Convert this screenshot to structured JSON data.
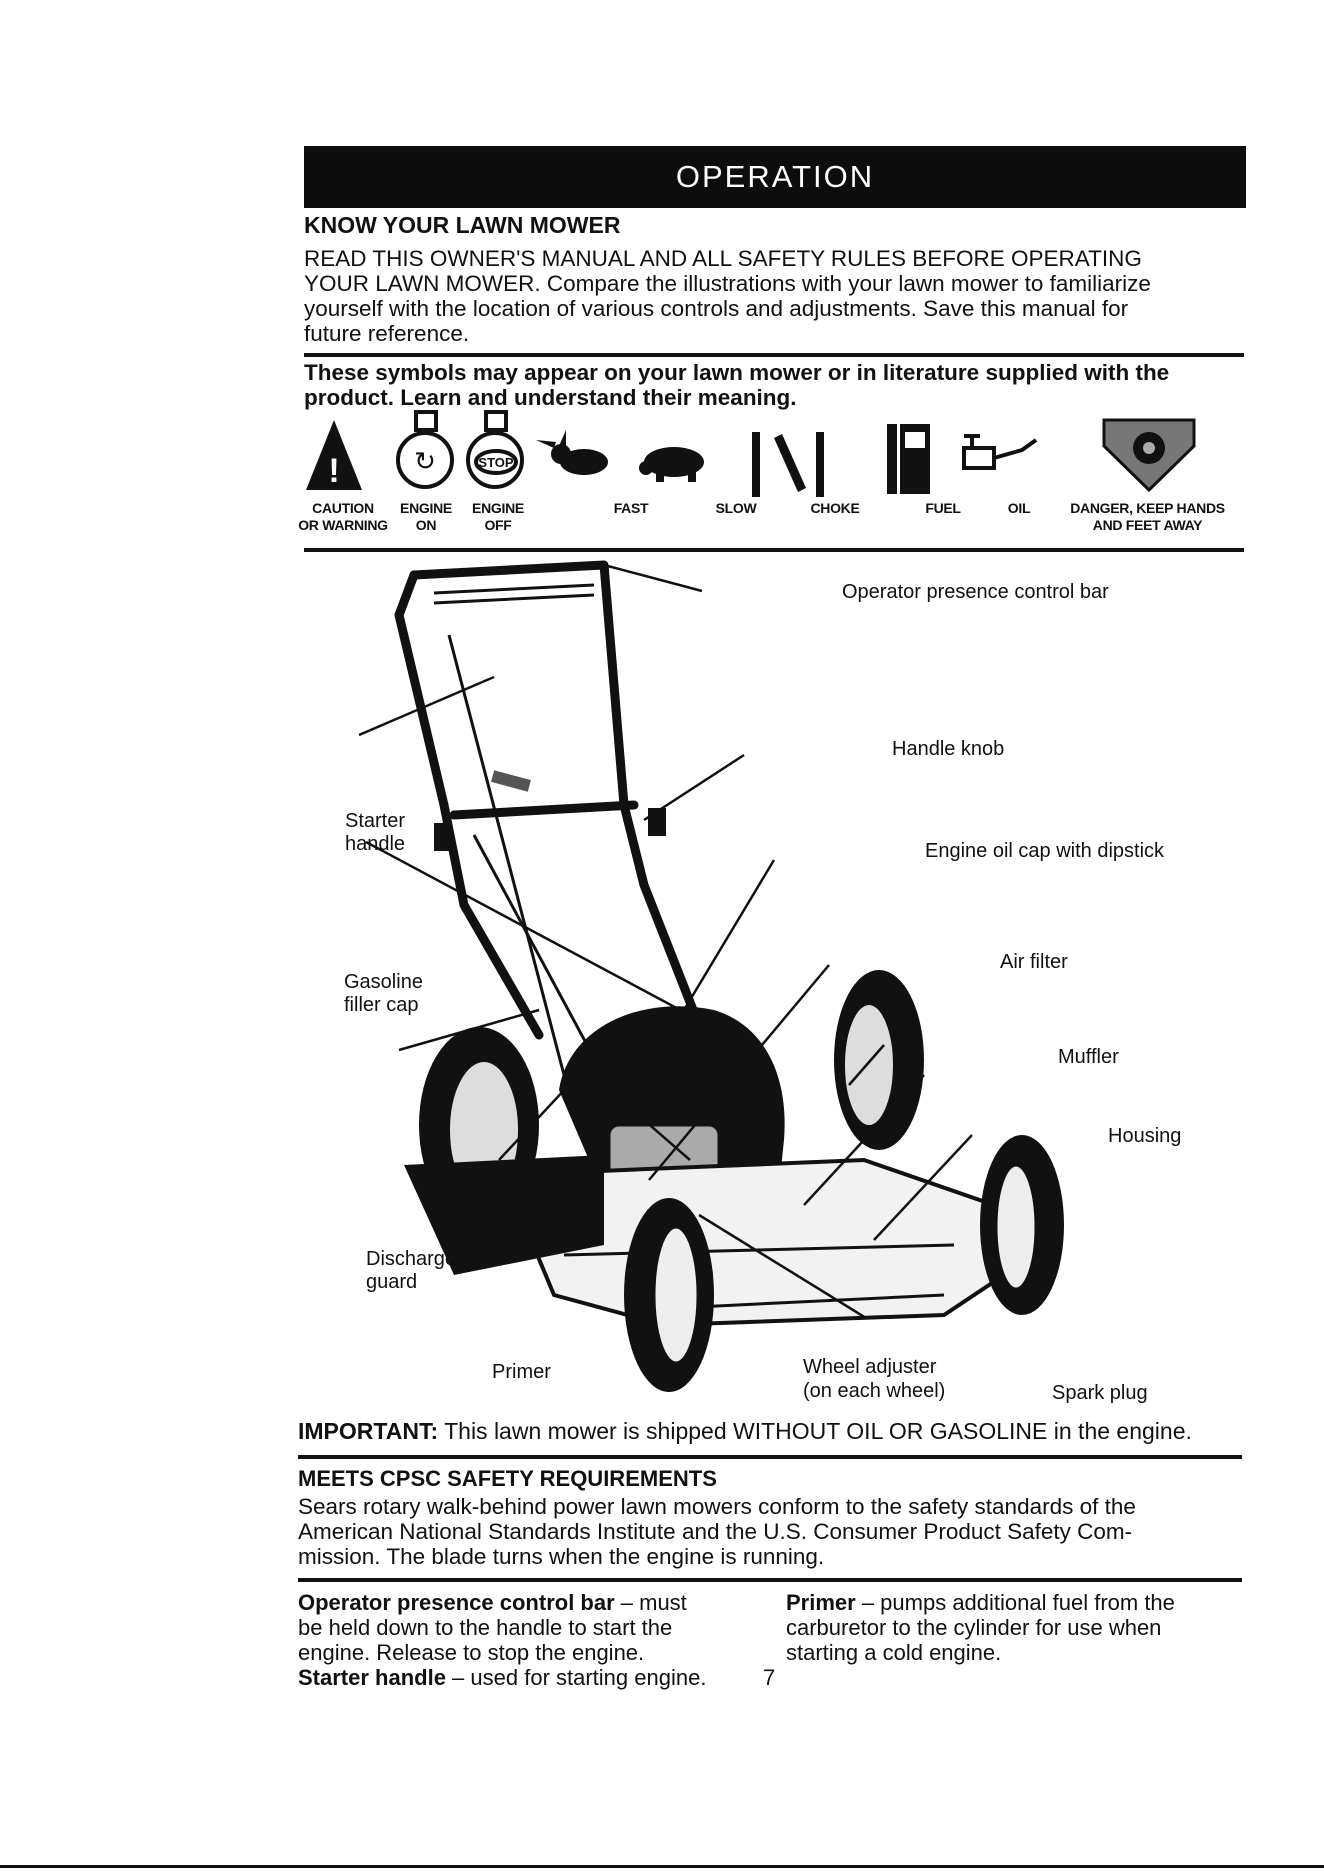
{
  "section_title": "OPERATION",
  "know": {
    "heading": "KNOW YOUR LAWN MOWER",
    "line1": "READ THIS OWNER'S MANUAL AND ALL SAFETY RULES BEFORE OPERATING",
    "line2": "YOUR LAWN MOWER.  Compare the illustrations with your lawn mower to familiarize",
    "line3": "yourself with the location of various controls and adjustments.  Save this manual for",
    "line4": "future reference."
  },
  "symbols": {
    "intro1": "These symbols may appear on your lawn mower or in literature supplied with the",
    "intro2": "product.  Learn and understand their meaning.",
    "items": [
      {
        "icon": "warning-triangle-icon",
        "label1": "CAUTION",
        "label2": "OR WARNING"
      },
      {
        "icon": "engine-on-icon",
        "label1": "ENGINE",
        "label2": "ON"
      },
      {
        "icon": "engine-off-icon",
        "label1": "ENGINE",
        "label2": "OFF"
      },
      {
        "icon": "rabbit-icon",
        "label1": "FAST",
        "label2": ""
      },
      {
        "icon": "turtle-icon",
        "label1": "SLOW",
        "label2": ""
      },
      {
        "icon": "choke-icon",
        "label1": "CHOKE",
        "label2": ""
      },
      {
        "icon": "fuel-pump-icon",
        "label1": "FUEL",
        "label2": ""
      },
      {
        "icon": "oil-can-icon",
        "label1": "OIL",
        "label2": ""
      },
      {
        "icon": "danger-blade-icon",
        "label1": "DANGER, KEEP HANDS",
        "label2": "AND FEET AWAY"
      }
    ]
  },
  "callouts": {
    "operator_bar": "Operator presence control bar",
    "handle_knob": "Handle knob",
    "starter1": "Starter",
    "starter2": "handle",
    "oil_cap": "Engine oil cap with dipstick",
    "gasoline1": "Gasoline",
    "gasoline2": "filler cap",
    "air_filter": "Air filter",
    "muffler": "Muffler",
    "housing": "Housing",
    "discharge1": "Discharge",
    "discharge2": "guard",
    "primer": "Primer",
    "wheel1": "Wheel adjuster",
    "wheel2": "(on each wheel)",
    "spark": "Spark plug"
  },
  "important": {
    "label": "IMPORTANT:",
    "text": "This lawn mower is shipped WITHOUT OIL OR GASOLINE in the engine."
  },
  "cpsc": {
    "heading": "MEETS CPSC SAFETY REQUIREMENTS",
    "line1": "Sears rotary walk-behind power lawn mowers conform to the safety standards of the",
    "line2": "American National Standards Institute and the U.S. Consumer Product Safety Com-",
    "line3": "mission.  The blade turns when the engine is running."
  },
  "definitions": {
    "opc_term": "Operator presence control bar",
    "opc_line1": " – must",
    "opc_line2": "be held down to the handle to start the",
    "opc_line3": "engine.  Release to stop the engine.",
    "starter_term": "Starter handle",
    "starter_text": " – used for starting engine.",
    "primer_term": "Primer",
    "primer_line1": " – pumps additional fuel from the",
    "primer_line2": "carburetor to the cylinder for use when",
    "primer_line3": "starting a cold engine."
  },
  "page_number": "7"
}
